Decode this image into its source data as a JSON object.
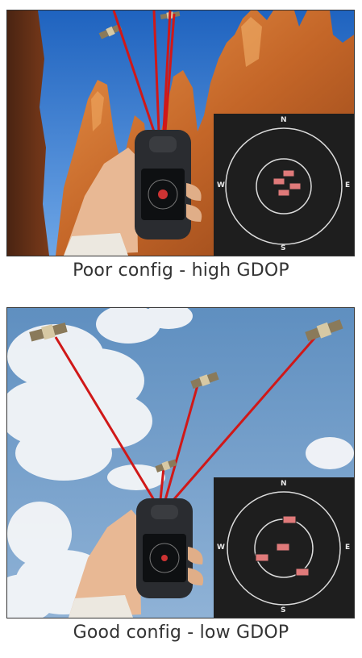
{
  "top": {
    "caption": "Poor config - high GDOP",
    "inset": {
      "north": "N",
      "south": "S",
      "east": "E",
      "west": "W"
    }
  },
  "bottom": {
    "caption": "Good config - low GDOP",
    "inset": {
      "north": "N",
      "south": "S",
      "east": "E",
      "west": "W"
    }
  },
  "colors": {
    "signal_line": "#d01818",
    "sky_top": "#2d73c9",
    "rock": "#c86a2c",
    "inset_bg": "#1e1e1e",
    "satellite_marker": "#e07a7a"
  }
}
